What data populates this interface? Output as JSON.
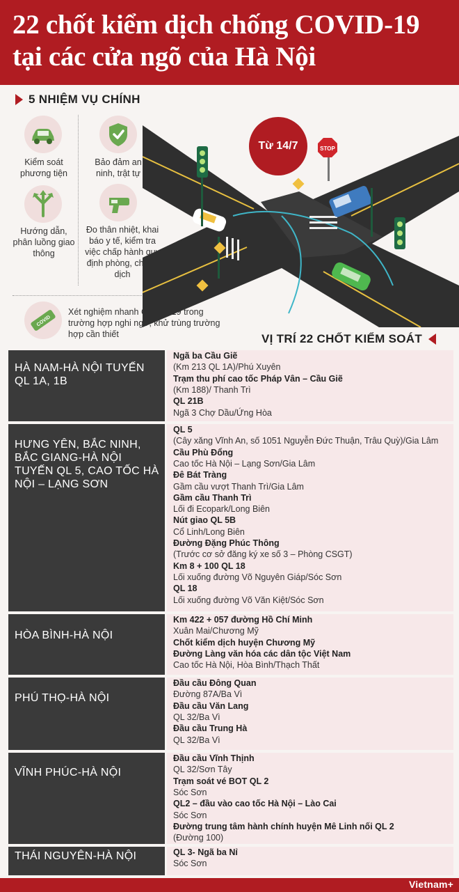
{
  "title": {
    "line1": "22 chốt kiểm dịch chống COVID-19",
    "line2": "tại các cửa ngõ của Hà Nội"
  },
  "tasks_heading": "5 NHIỆM VỤ CHÍNH",
  "tasks": [
    {
      "icon": "car-icon",
      "label": "Kiểm soát phương tiện"
    },
    {
      "icon": "shield-check-icon",
      "label": "Bảo đảm an ninh, trật tự"
    },
    {
      "icon": "direction-arrows-icon",
      "label": "Hướng dẫn, phân luồng giao thông"
    },
    {
      "icon": "thermometer-gun-icon",
      "label": "Đo thân nhiệt, khai báo y tế, kiểm tra việc chấp hành quy định phòng, chống dịch"
    },
    {
      "icon": "covid-test-kit-icon",
      "label": "Xét nghiệm nhanh COVID-19 trong trường hợp nghi ngờ, khử trùng trường hợp cần thiết"
    }
  ],
  "illustration": {
    "date": "Từ 14/7",
    "stop_sign": "STOP"
  },
  "locations_heading": "VỊ TRÍ 22 CHỐT KIỂM SOÁT",
  "regions": [
    {
      "name": "HÀ NAM-HÀ NỘI TUYẾN QL 1A, 1B",
      "items": [
        {
          "text": "Ngã ba Cầu Giẽ",
          "bold": true
        },
        {
          "text": "(Km 213 QL 1A)/Phú Xuyên",
          "bold": false
        },
        {
          "text": "Trạm thu phí cao tốc Pháp Vân – Cầu Giẽ",
          "bold": true
        },
        {
          "text": "(Km 188)/ Thanh Trì",
          "bold": false
        },
        {
          "text": "QL 21B",
          "bold": true
        },
        {
          "text": "Ngã 3 Chợ Dầu/Ứng Hòa",
          "bold": false
        }
      ]
    },
    {
      "name": "HƯNG YÊN, BẮC NINH, BẮC GIANG-HÀ NỘI TUYẾN QL 5, CAO TỐC HÀ NỘI – LẠNG SƠN",
      "items": [
        {
          "text": "QL 5",
          "bold": true
        },
        {
          "text": "(Cây xăng Vĩnh An, số 1051 Nguyễn Đức Thuận, Trâu Quỳ)/Gia Lâm",
          "bold": false
        },
        {
          "text": "Cầu Phù Đổng",
          "bold": true
        },
        {
          "text": "Cao tốc Hà Nội – Lạng Sơn/Gia Lâm",
          "bold": false
        },
        {
          "text": "Đê Bát Tràng",
          "bold": true
        },
        {
          "text": "Gầm cầu vượt Thanh Trì/Gia Lâm",
          "bold": false
        },
        {
          "text": "Gầm cầu Thanh Trì",
          "bold": true
        },
        {
          "text": "Lối đi Ecopark/Long Biên",
          "bold": false
        },
        {
          "text": "Nút giao QL 5B",
          "bold": true
        },
        {
          "text": "Cổ Linh/Long Biên",
          "bold": false
        },
        {
          "text": "Đường Đặng Phúc Thông",
          "bold": true
        },
        {
          "text": "(Trước cơ sở đăng ký xe số 3 – Phòng CSGT)",
          "bold": false
        },
        {
          "text": "Km 8 + 100 QL 18",
          "bold": true
        },
        {
          "text": "Lối xuống đường Võ Nguyên Giáp/Sóc Sơn",
          "bold": false
        },
        {
          "text": "QL 18",
          "bold": true
        },
        {
          "text": "Lối xuống đường Võ Văn Kiệt/Sóc Sơn",
          "bold": false
        }
      ]
    },
    {
      "name": "HÒA BÌNH-HÀ NỘI",
      "items": [
        {
          "text": "Km 422 + 057 đường Hồ Chí Minh",
          "bold": true
        },
        {
          "text": "Xuân Mai/Chương Mỹ",
          "bold": false
        },
        {
          "text": "Chốt kiểm dịch huyện Chương Mỹ",
          "bold": true
        },
        {
          "text": "Đường Làng văn hóa các dân tộc Việt Nam",
          "bold": true
        },
        {
          "text": "Cao tốc Hà Nội, Hòa Bình/Thạch Thất",
          "bold": false
        }
      ]
    },
    {
      "name": "PHÚ THỌ-HÀ NỘI",
      "items": [
        {
          "text": "Đầu cầu Đông Quan",
          "bold": true
        },
        {
          "text": "Đường 87A/Ba Vì",
          "bold": false
        },
        {
          "text": "Đầu cầu Văn Lang",
          "bold": true
        },
        {
          "text": "QL 32/Ba Vì",
          "bold": false
        },
        {
          "text": "Đầu cầu Trung Hà",
          "bold": true
        },
        {
          "text": "QL 32/Ba Vì",
          "bold": false
        }
      ]
    },
    {
      "name": "VĨNH PHÚC-HÀ NỘI",
      "items": [
        {
          "text": "Đầu cầu Vĩnh Thịnh",
          "bold": true
        },
        {
          "text": "QL 32/Sơn Tây",
          "bold": false
        },
        {
          "text": "Trạm soát vé BOT QL 2",
          "bold": true
        },
        {
          "text": "Sóc Sơn",
          "bold": false
        },
        {
          "text": "QL2 – đầu vào cao tốc Hà Nội – Lào Cai",
          "bold": true
        },
        {
          "text": "Sóc Sơn",
          "bold": false
        },
        {
          "text": "Đường trung tâm hành chính huyện Mê Linh nối QL 2",
          "bold": true
        },
        {
          "text": "(Đường 100)",
          "bold": false
        }
      ]
    },
    {
      "name": "THÁI NGUYÊN-HÀ NỘI",
      "items": [
        {
          "text": "QL 3- Ngã ba Nỉ",
          "bold": true
        },
        {
          "text": "Sóc Sơn",
          "bold": false
        }
      ]
    }
  ],
  "footer": {
    "brand": "Vietnam+"
  }
}
